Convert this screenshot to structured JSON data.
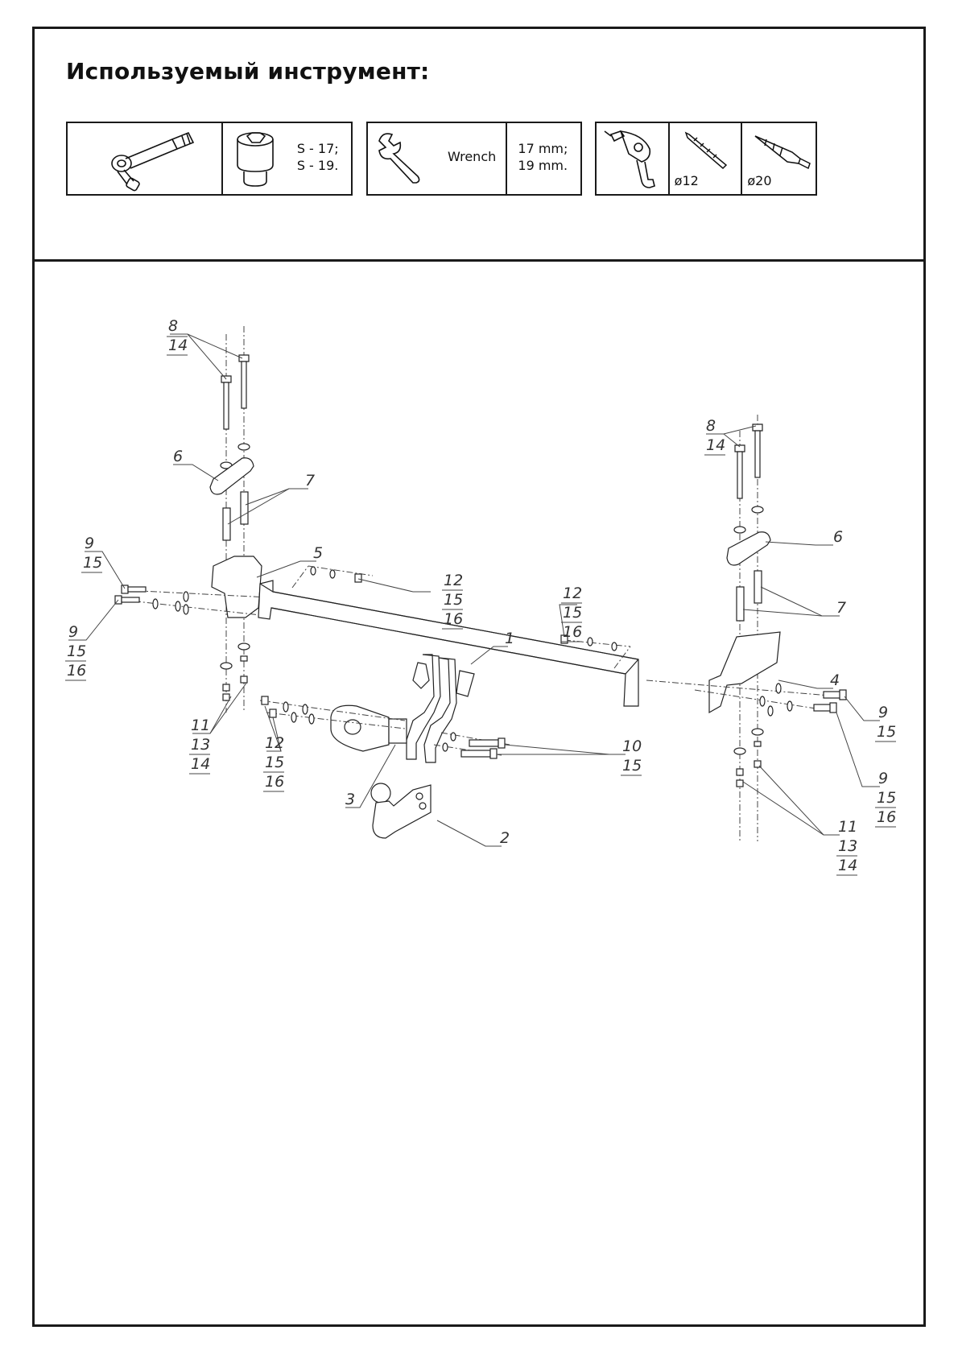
{
  "heading": "Используемый инструмент:",
  "tools": {
    "socket_sizes": [
      "S - 17;",
      "S - 19."
    ],
    "wrench_label": "Wrench",
    "wrench_sizes": [
      "17 mm;",
      "19 mm."
    ],
    "drill_bit_1": "ø12",
    "drill_bit_2": "ø20"
  },
  "callouts": {
    "c8L": "8",
    "c14L": "14",
    "c6L": "6",
    "c7L": "7",
    "c5": "5",
    "c9a": "9",
    "c15a": "15",
    "c9b": "9",
    "c15b": "15",
    "c16b": "16",
    "c12a": "12",
    "c15c": "15",
    "c16c": "16",
    "c1": "1",
    "c12b": "12",
    "c15d": "15",
    "c16d": "16",
    "c8R": "8",
    "c14R": "14",
    "c6R": "6",
    "c7R": "7",
    "c4": "4",
    "c9c": "9",
    "c15e": "15",
    "c9d": "9",
    "c15f": "15",
    "c16f": "16",
    "c11a": "11",
    "c13a": "13",
    "c14a": "14",
    "c12e": "12",
    "c15g": "15",
    "c16g": "16",
    "c3": "3",
    "c10": "10",
    "c15h": "15",
    "c2": "2",
    "c11b": "11",
    "c13b": "13",
    "c14b": "14"
  }
}
